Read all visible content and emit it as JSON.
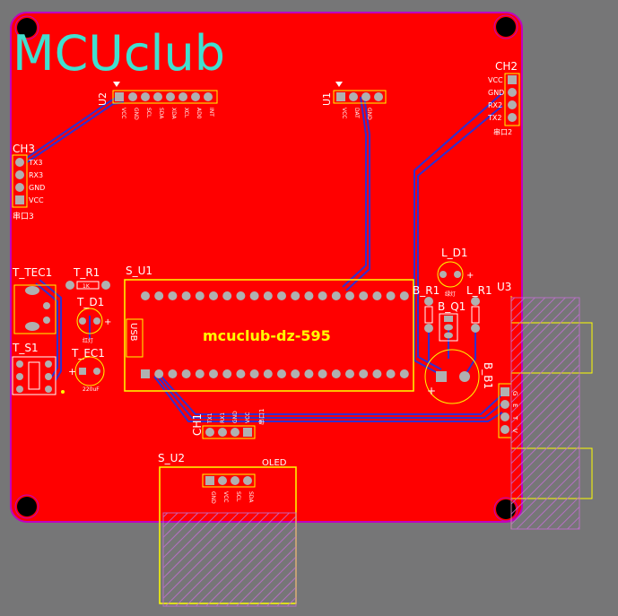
{
  "colors": {
    "background": "#767677",
    "board": "#ff0000",
    "outline": "#c000c0",
    "silk": "#ffff00",
    "silk_white": "#ffffff",
    "trace": "#3030d0",
    "pad": "#b0b0b0",
    "hatch": "#c070d0",
    "logo": "#40e0d0"
  },
  "logo": "MCUclub",
  "board_label": "mcuclub-dz-595",
  "labels": {
    "ch2": "CH2",
    "ch3": "CH3",
    "ch1": "CH1",
    "u2": "U2",
    "u1": "U1",
    "u3": "U3",
    "s_u1": "S_U1",
    "s_u2": "S_U2",
    "t_tec1": "T_TEC1",
    "t_r1": "T_R1",
    "t_d1": "T_D1",
    "t_ec1": "T_EC1",
    "t_s1": "T_S1",
    "l_d1": "L_D1",
    "b_r1": "B_R1",
    "b_q1": "B_Q1",
    "l_r1": "L_R1",
    "b_b1": "B_B1",
    "usb": "USB",
    "oled": "OLED",
    "ec_value": "220uF",
    "r_value": "1K",
    "d_value": "红灯",
    "d2_value": "绿灯"
  },
  "ch2_pins": [
    "VCC",
    "GND",
    "RX2",
    "TX2"
  ],
  "ch2_sub": "串口2",
  "ch3_pins": [
    "TX3",
    "RX3",
    "GND",
    "VCC"
  ],
  "ch3_sub": "串口3",
  "ch1_pins": [
    "TX1",
    "RX1",
    "GND",
    "VCC"
  ],
  "ch1_sub": "串口1",
  "u2_pins": [
    "VCC",
    "GND",
    "SCL",
    "SDA",
    "XDA",
    "XCL",
    "AD0",
    "INT"
  ],
  "u1_pins": [
    "VCC",
    "DAT",
    "GND"
  ],
  "s_u2_pins": [
    "GND",
    "VCC",
    "SCL",
    "SDA"
  ],
  "u3_pins": [
    "G",
    "E",
    "T",
    "V"
  ]
}
